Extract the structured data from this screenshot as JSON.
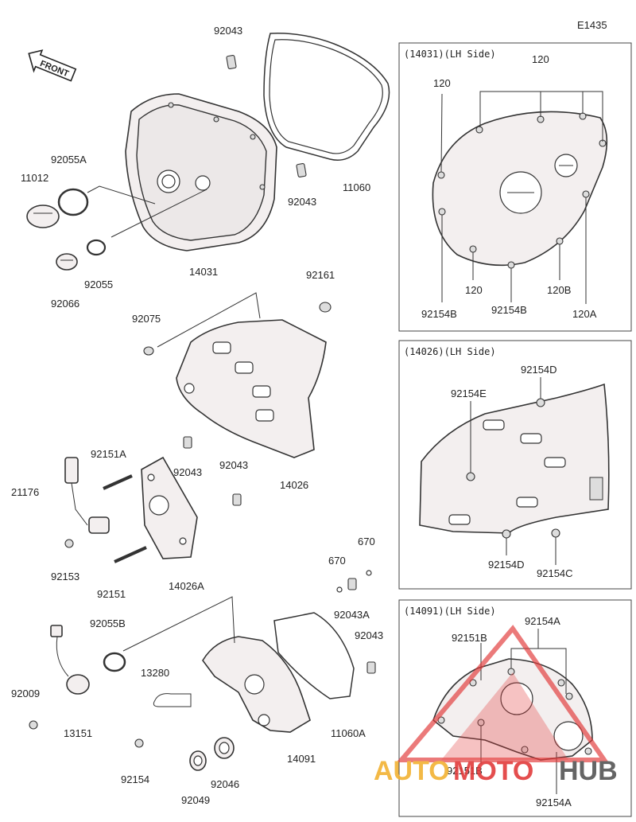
{
  "diagram_code": "E1435",
  "front_label": "FRONT",
  "labels": {
    "p92043a": "92043",
    "p11060": "11060",
    "p92055A": "92055A",
    "p11012": "11012",
    "p92043b": "92043",
    "p14031": "14031",
    "p92055": "92055",
    "p92066": "92066",
    "p92161": "92161",
    "p92075": "92075",
    "p14026": "14026",
    "p92151A": "92151A",
    "p92043c": "92043",
    "p92043d": "92043",
    "p21176": "21176",
    "p92153": "92153",
    "p92151": "92151",
    "p14026A": "14026A",
    "p670a": "670",
    "p670b": "670",
    "p92043A": "92043A",
    "p92043e": "92043",
    "p92055B": "92055B",
    "p92009": "92009",
    "p13151": "13151",
    "p13280": "13280",
    "p11060A": "11060A",
    "p92154": "92154",
    "p14091": "14091",
    "p92049": "92049",
    "p92046": "92046"
  },
  "inset1": {
    "title": "(14031)(LH Side)",
    "labels": [
      "120",
      "120",
      "120",
      "120B",
      "120A",
      "92154B",
      "92154B"
    ]
  },
  "inset2": {
    "title": "(14026)(LH Side)",
    "labels": [
      "92154D",
      "92154E",
      "92154D",
      "92154C"
    ]
  },
  "inset3": {
    "title": "(14091)(LH Side)",
    "labels": [
      "92154A",
      "92151B",
      "92151B",
      "92154A"
    ]
  },
  "watermark": {
    "part1": "AUTO",
    "part2": "MOTO",
    "part3": "HUB",
    "color1": "#f2b233",
    "color2": "#e23b3b",
    "color3": "#555555"
  }
}
